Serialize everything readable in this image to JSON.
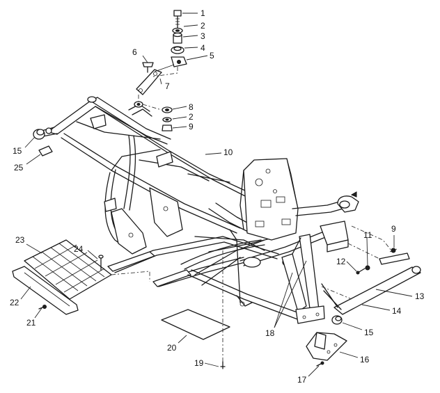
{
  "diagram": {
    "callouts": [
      {
        "id": "c1",
        "text": "1"
      },
      {
        "id": "c2a",
        "text": "2"
      },
      {
        "id": "c3",
        "text": "3"
      },
      {
        "id": "c4",
        "text": "4"
      },
      {
        "id": "c5",
        "text": "5"
      },
      {
        "id": "c6",
        "text": "6"
      },
      {
        "id": "c7",
        "text": "7"
      },
      {
        "id": "c8",
        "text": "8"
      },
      {
        "id": "c2b",
        "text": "2"
      },
      {
        "id": "c9a",
        "text": "9"
      },
      {
        "id": "c10",
        "text": "10"
      },
      {
        "id": "c15a",
        "text": "15"
      },
      {
        "id": "c25",
        "text": "25"
      },
      {
        "id": "c9b",
        "text": "9"
      },
      {
        "id": "c11",
        "text": "11"
      },
      {
        "id": "c12",
        "text": "12"
      },
      {
        "id": "c13",
        "text": "13"
      },
      {
        "id": "c14",
        "text": "14"
      },
      {
        "id": "c15b",
        "text": "15"
      },
      {
        "id": "c16",
        "text": "16"
      },
      {
        "id": "c17",
        "text": "17"
      },
      {
        "id": "c18",
        "text": "18"
      },
      {
        "id": "c19",
        "text": "19"
      },
      {
        "id": "c20",
        "text": "20"
      },
      {
        "id": "c21",
        "text": "21"
      },
      {
        "id": "c22",
        "text": "22"
      },
      {
        "id": "c23",
        "text": "23"
      },
      {
        "id": "c24",
        "text": "24"
      }
    ]
  }
}
